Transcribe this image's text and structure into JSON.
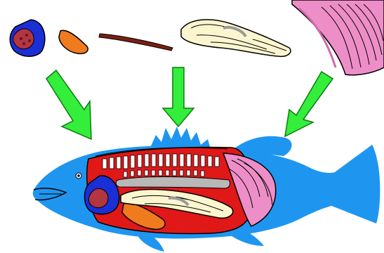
{
  "diagram": {
    "type": "fish-internal-anatomy-illustration",
    "text_labels": [],
    "parts": [
      {
        "id": "heart",
        "icon": "heart-icon",
        "color": "#1b2fd6"
      },
      {
        "id": "liver",
        "icon": "liver-icon",
        "color": "#f07a1e"
      },
      {
        "id": "kidney",
        "icon": "kidney-icon",
        "color": "#7a1f12"
      },
      {
        "id": "intestine",
        "icon": "intestine-icon",
        "color": "#fbf6cf"
      },
      {
        "id": "muscle",
        "icon": "muscle-icon",
        "color": "#ee8ec8"
      }
    ],
    "arrows": [
      {
        "from": "heart-liver-kidney-left",
        "to": "fish-body",
        "color": "#33ee3b"
      },
      {
        "from": "intestine",
        "to": "fish-body",
        "color": "#33ee3b"
      },
      {
        "from": "muscle",
        "to": "fish-body",
        "color": "#33ee3b"
      }
    ],
    "colors": {
      "fish_body": "#1e96f0",
      "body_cavity": "#e01818",
      "green_corner": "#2a9a2a"
    }
  }
}
